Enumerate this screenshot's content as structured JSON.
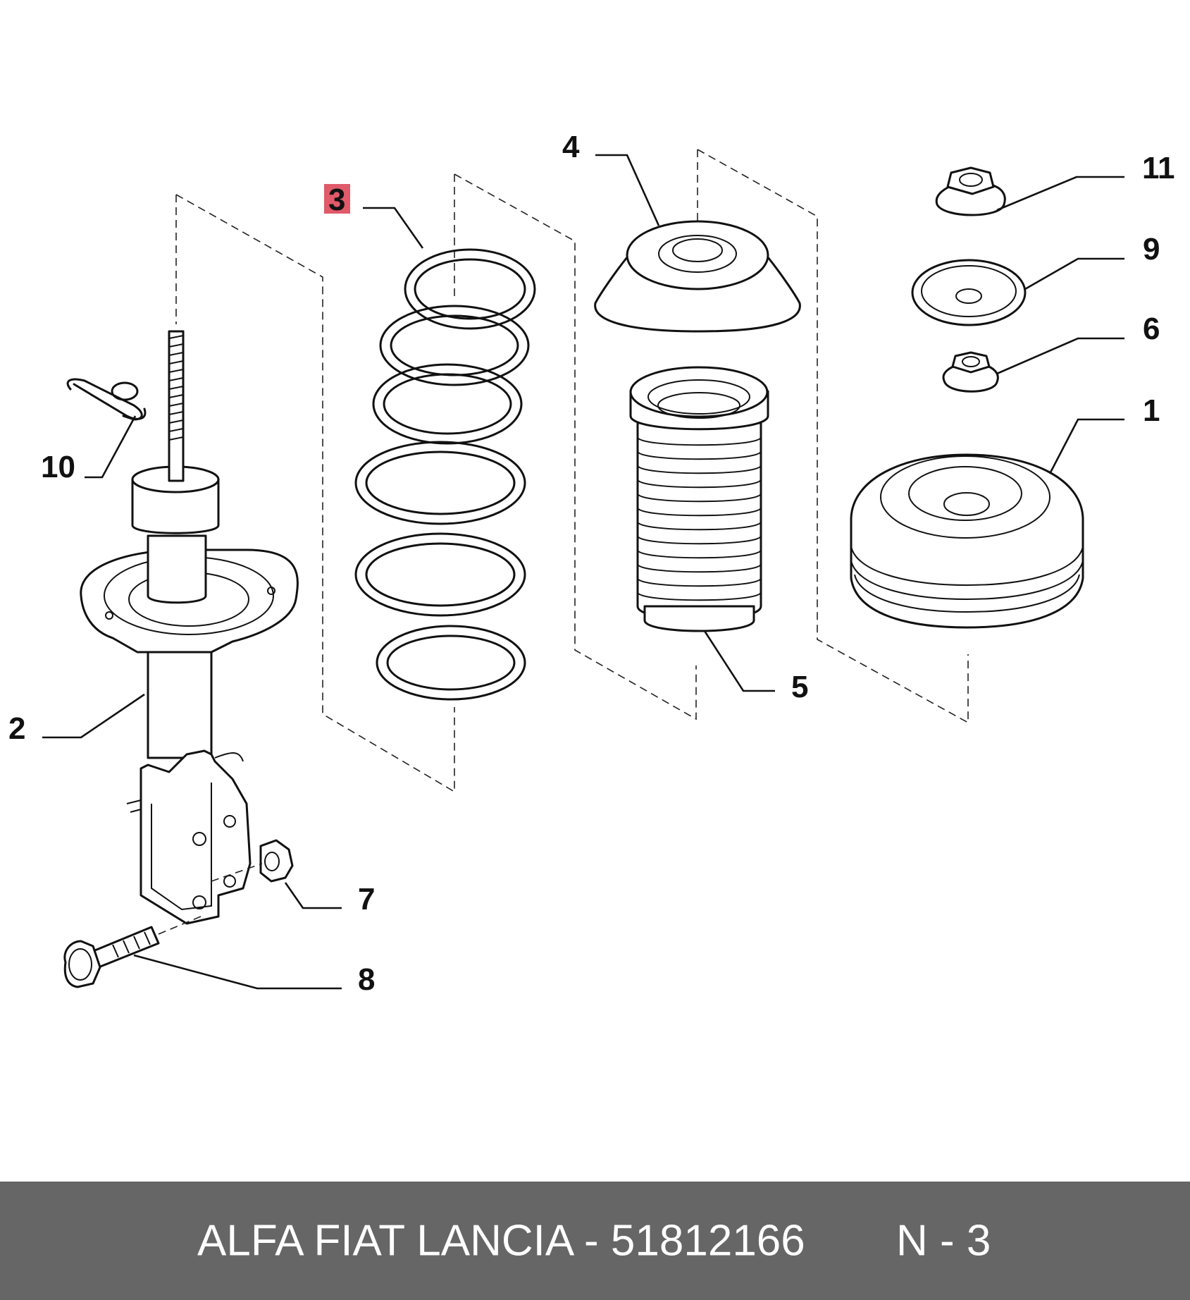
{
  "callouts": [
    {
      "id": "1",
      "label": "1"
    },
    {
      "id": "2",
      "label": "2"
    },
    {
      "id": "3",
      "label": "3"
    },
    {
      "id": "4",
      "label": "4"
    },
    {
      "id": "5",
      "label": "5"
    },
    {
      "id": "6",
      "label": "6"
    },
    {
      "id": "7",
      "label": "7"
    },
    {
      "id": "8",
      "label": "8"
    },
    {
      "id": "9",
      "label": "9"
    },
    {
      "id": "10",
      "label": "10"
    },
    {
      "id": "11",
      "label": "11"
    }
  ],
  "highlight": {
    "callout": "3",
    "color": "#e05a6a"
  },
  "footer": {
    "brand_text": "ALFA FIAT LANCIA - 51812166",
    "code_text": "N - 3",
    "background": "#666666",
    "text_color": "#ffffff"
  }
}
